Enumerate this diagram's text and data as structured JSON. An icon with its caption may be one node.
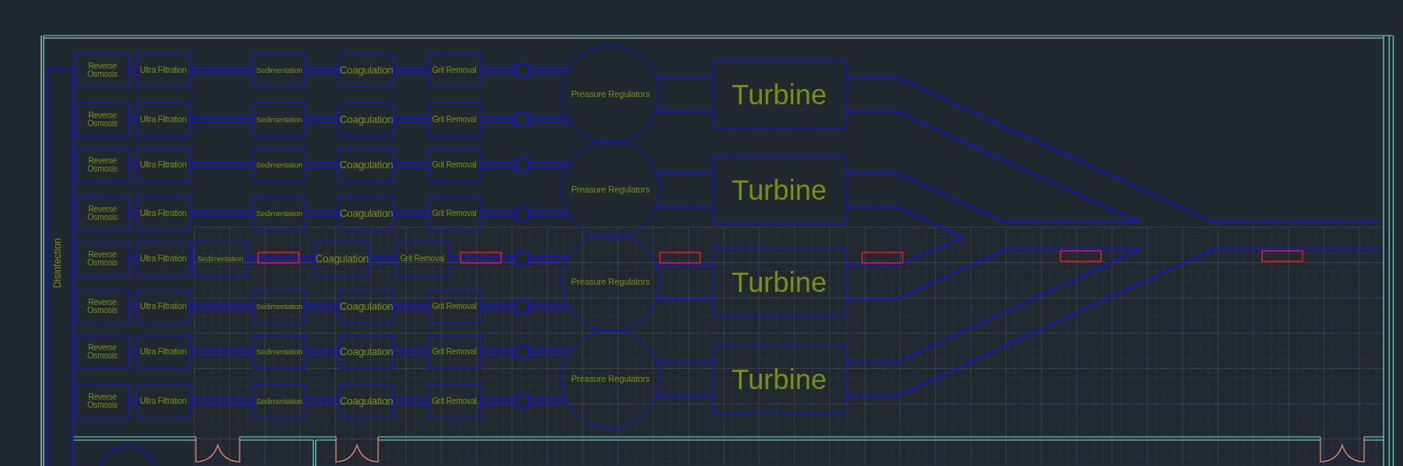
{
  "diagram": {
    "nodes": [
      {
        "text": [
          "Disinfection"
        ]
      },
      {
        "text": [
          "Reverse Osmosis"
        ]
      },
      {
        "text": [
          "Ultra Filtration"
        ]
      },
      {
        "text": [
          "Sedimentation"
        ]
      },
      {
        "text": [
          "Coagulation"
        ]
      },
      {
        "text": [
          "Grit Removal"
        ]
      },
      {
        "text": [
          "Reverse Osmosis"
        ]
      },
      {
        "text": [
          "Ultra Filtration"
        ]
      },
      {
        "text": [
          "Sedimentation"
        ]
      },
      {
        "text": [
          "Coagulation"
        ]
      },
      {
        "text": [
          "Grit Removal"
        ]
      },
      {
        "text": [
          "Reverse Osmosis"
        ]
      },
      {
        "text": [
          "Ultra Filtration"
        ]
      },
      {
        "text": [
          "Sedimentation"
        ]
      },
      {
        "text": [
          "Coagulation"
        ]
      },
      {
        "text": [
          "Grit Removal"
        ]
      },
      {
        "text": [
          "Reverse Osmosis"
        ]
      },
      {
        "text": [
          "Ultra Filtration"
        ]
      },
      {
        "text": [
          "Sedimentation"
        ]
      },
      {
        "text": [
          "Coagulation"
        ]
      },
      {
        "text": [
          "Grit Removal"
        ]
      },
      {
        "text": [
          "Reverse Osmosis"
        ]
      },
      {
        "text": [
          "Ultra Filtration"
        ]
      },
      {
        "text": [
          "Sedimentation"
        ]
      },
      {
        "text": [
          "Coagulation"
        ]
      },
      {
        "text": [
          "Grit Removal"
        ]
      },
      {
        "text": [
          "Reverse Osmosis"
        ]
      },
      {
        "text": [
          "Ultra Filtration"
        ]
      },
      {
        "text": [
          "Sedimentation"
        ]
      },
      {
        "text": [
          "Coagulation"
        ]
      },
      {
        "text": [
          "Grit Removal"
        ]
      },
      {
        "text": [
          "Reverse Osmosis"
        ]
      },
      {
        "text": [
          "Ultra Filtration"
        ]
      },
      {
        "text": [
          "Sedimentation"
        ]
      },
      {
        "text": [
          "Coagulation"
        ]
      },
      {
        "text": [
          "Grit Removal"
        ]
      },
      {
        "text": [
          "Reverse Osmosis"
        ]
      },
      {
        "text": [
          "Ultra Filtration"
        ]
      },
      {
        "text": [
          "Sedimentation"
        ]
      },
      {
        "text": [
          "Coagulation"
        ]
      },
      {
        "text": [
          "Grit Removal"
        ]
      },
      {
        "text": [
          "Preasure Regulators"
        ]
      },
      {
        "text": [
          "Preasure Regulators"
        ]
      },
      {
        "text": [
          "Preasure Regulators"
        ]
      },
      {
        "text": [
          "Preasure Regulators"
        ]
      },
      {
        "text": [
          "Turbine"
        ]
      },
      {
        "text": [
          "Turbine"
        ]
      },
      {
        "text": [
          "Turbine"
        ]
      },
      {
        "text": [
          "Turbine"
        ]
      }
    ],
    "edges": [
      {
        "from": 1,
        "to": 2,
        "arrow": "none"
      },
      {
        "from": 2,
        "to": 3,
        "arrow": "none"
      },
      {
        "from": 3,
        "to": 4,
        "arrow": "none"
      },
      {
        "from": 4,
        "to": 5,
        "arrow": "none"
      },
      {
        "from": 5,
        "to": 41,
        "arrow": "none"
      },
      {
        "from": 6,
        "to": 7,
        "arrow": "none"
      },
      {
        "from": 7,
        "to": 8,
        "arrow": "none"
      },
      {
        "from": 8,
        "to": 9,
        "arrow": "none"
      },
      {
        "from": 9,
        "to": 10,
        "arrow": "none"
      },
      {
        "from": 10,
        "to": 41,
        "arrow": "none"
      },
      {
        "from": 11,
        "to": 12,
        "arrow": "none"
      },
      {
        "from": 12,
        "to": 13,
        "arrow": "none"
      },
      {
        "from": 13,
        "to": 14,
        "arrow": "none"
      },
      {
        "from": 14,
        "to": 15,
        "arrow": "none"
      },
      {
        "from": 15,
        "to": 42,
        "arrow": "none"
      },
      {
        "from": 16,
        "to": 17,
        "arrow": "none"
      },
      {
        "from": 17,
        "to": 18,
        "arrow": "none"
      },
      {
        "from": 18,
        "to": 19,
        "arrow": "none"
      },
      {
        "from": 19,
        "to": 20,
        "arrow": "none"
      },
      {
        "from": 20,
        "to": 42,
        "arrow": "none"
      },
      {
        "from": 21,
        "to": 22,
        "arrow": "none"
      },
      {
        "from": 22,
        "to": 23,
        "arrow": "none"
      },
      {
        "from": 23,
        "to": 24,
        "arrow": "none"
      },
      {
        "from": 24,
        "to": 25,
        "arrow": "none"
      },
      {
        "from": 25,
        "to": 43,
        "arrow": "none"
      },
      {
        "from": 26,
        "to": 27,
        "arrow": "none"
      },
      {
        "from": 27,
        "to": 28,
        "arrow": "none"
      },
      {
        "from": 28,
        "to": 29,
        "arrow": "none"
      },
      {
        "from": 29,
        "to": 30,
        "arrow": "none"
      },
      {
        "from": 30,
        "to": 43,
        "arrow": "none"
      },
      {
        "from": 31,
        "to": 32,
        "arrow": "none"
      },
      {
        "from": 32,
        "to": 33,
        "arrow": "none"
      },
      {
        "from": 33,
        "to": 34,
        "arrow": "none"
      },
      {
        "from": 34,
        "to": 35,
        "arrow": "none"
      },
      {
        "from": 35,
        "to": 44,
        "arrow": "none"
      },
      {
        "from": 36,
        "to": 37,
        "arrow": "none"
      },
      {
        "from": 37,
        "to": 38,
        "arrow": "none"
      },
      {
        "from": 38,
        "to": 39,
        "arrow": "none"
      },
      {
        "from": 39,
        "to": 40,
        "arrow": "none"
      },
      {
        "from": 40,
        "to": 44,
        "arrow": "none"
      },
      {
        "from": 41,
        "to": 45,
        "arrow": "none"
      },
      {
        "from": 42,
        "to": 46,
        "arrow": "none"
      },
      {
        "from": 43,
        "to": 47,
        "arrow": "none"
      },
      {
        "from": 44,
        "to": 48,
        "arrow": "none"
      },
      {
        "from": 45,
        "to": null,
        "arrow": "none"
      },
      {
        "from": 46,
        "to": null,
        "arrow": "none"
      },
      {
        "from": 47,
        "to": null,
        "arrow": "none"
      },
      {
        "from": 48,
        "to": null,
        "arrow": "none"
      }
    ]
  }
}
